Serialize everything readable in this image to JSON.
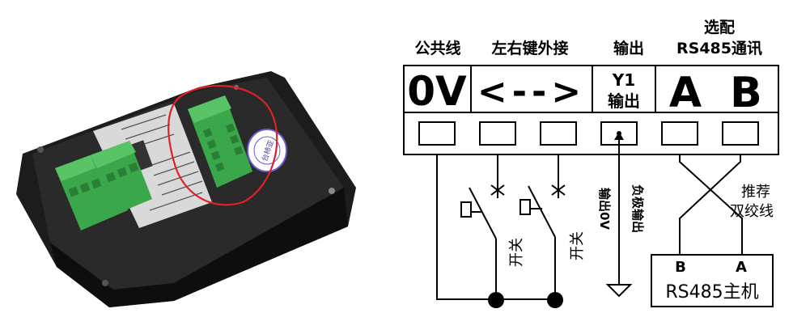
{
  "photo": {
    "sticker_text": "台柿亚"
  },
  "diagram": {
    "headers": {
      "common": "公共线",
      "left_right": "左右键外接",
      "output": "输出",
      "optional": "选配",
      "rs485_comm": "RS485通讯"
    },
    "cells": {
      "zero_v": "0V",
      "arrows": "<-->",
      "y1": "Y1",
      "y1_output": "输出",
      "a": "A",
      "b": "B"
    },
    "labels": {
      "switch_1": "开关",
      "switch_2": "开关",
      "output_0v": "输出0V",
      "negative_output": "负极输出",
      "recommend": "推荐",
      "twisted_pair": "双绞线",
      "host_b": "B",
      "host_a": "A",
      "host_name": "RS485主机"
    },
    "colors": {
      "ink": "#000000",
      "terminal_green": "#3fb34f",
      "housing": "#1a1a1a",
      "highlight_red": "#e0212a"
    }
  }
}
